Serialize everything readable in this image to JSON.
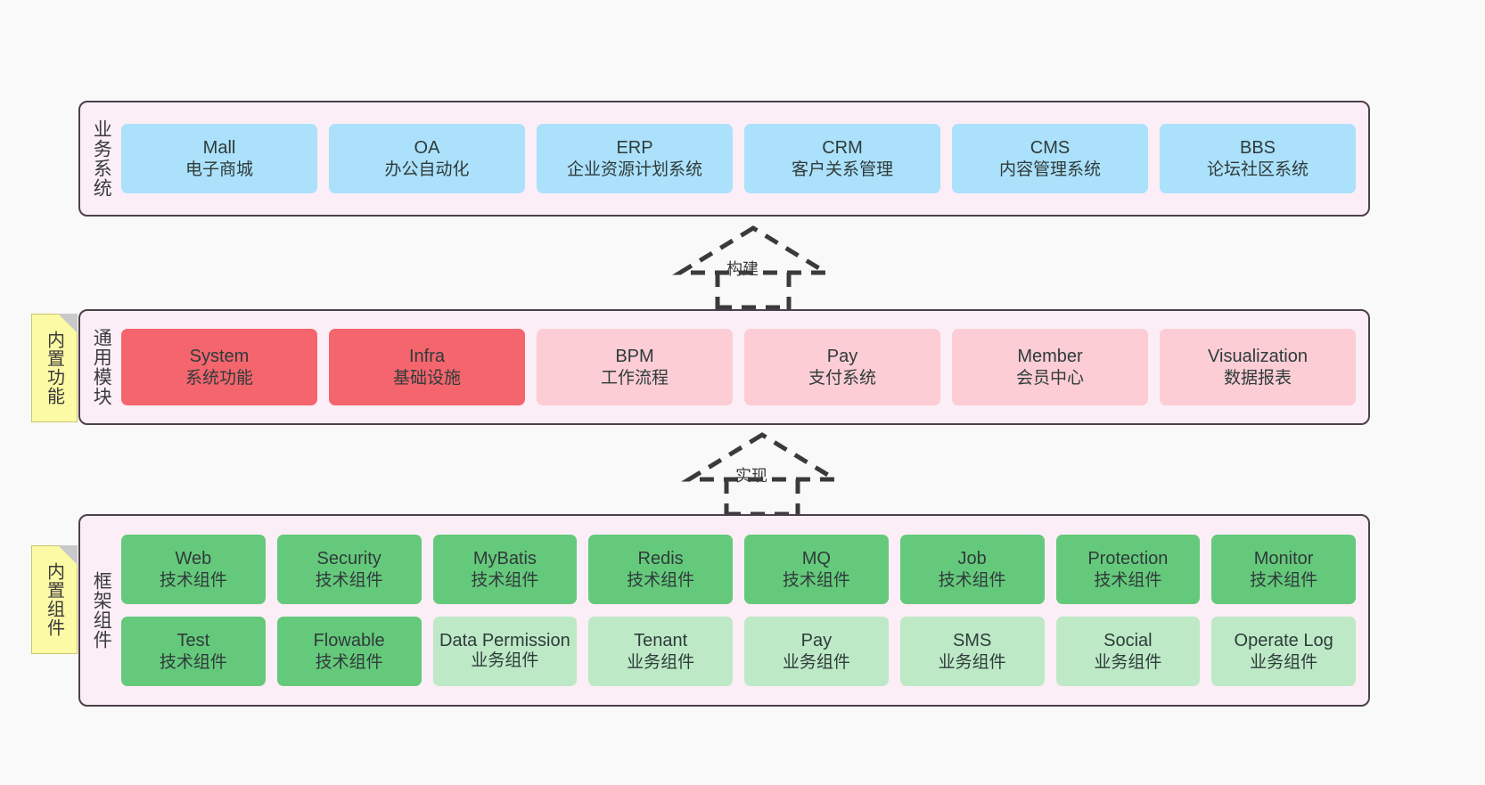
{
  "diagram": {
    "title": "",
    "background_color": "#f9f9f9",
    "panel_color": "#fbeef6",
    "panel_border_color": "#4d4049",
    "note_color": "#fdfaa5"
  },
  "layers": [
    {
      "id": "business",
      "title": "业务系统",
      "rows": [
        {
          "boxes": [
            {
              "en": "Mall",
              "cn": "电子商城",
              "style": "blue"
            },
            {
              "en": "OA",
              "cn": "办公自动化",
              "style": "blue"
            },
            {
              "en": "ERP",
              "cn": "企业资源计划系统",
              "style": "blue"
            },
            {
              "en": "CRM",
              "cn": "客户关系管理",
              "style": "blue"
            },
            {
              "en": "CMS",
              "cn": "内容管理系统",
              "style": "blue"
            },
            {
              "en": "BBS",
              "cn": "论坛社区系统",
              "style": "blue"
            }
          ]
        }
      ]
    },
    {
      "id": "common",
      "title": "通用模块",
      "rows": [
        {
          "boxes": [
            {
              "en": "System",
              "cn": "系统功能",
              "style": "red"
            },
            {
              "en": "Infra",
              "cn": "基础设施",
              "style": "red"
            },
            {
              "en": "BPM",
              "cn": "工作流程",
              "style": "pink"
            },
            {
              "en": "Pay",
              "cn": "支付系统",
              "style": "pink"
            },
            {
              "en": "Member",
              "cn": "会员中心",
              "style": "pink"
            },
            {
              "en": "Visualization",
              "cn": "数据报表",
              "style": "pink"
            }
          ]
        }
      ]
    },
    {
      "id": "framework",
      "title": "框架组件",
      "rows": [
        {
          "boxes": [
            {
              "en": "Web",
              "cn": "技术组件",
              "style": "green"
            },
            {
              "en": "Security",
              "cn": "技术组件",
              "style": "green"
            },
            {
              "en": "MyBatis",
              "cn": "技术组件",
              "style": "green"
            },
            {
              "en": "Redis",
              "cn": "技术组件",
              "style": "green"
            },
            {
              "en": "MQ",
              "cn": "技术组件",
              "style": "green"
            },
            {
              "en": "Job",
              "cn": "技术组件",
              "style": "green"
            },
            {
              "en": "Protection",
              "cn": "技术组件",
              "style": "green"
            },
            {
              "en": "Monitor",
              "cn": "技术组件",
              "style": "green"
            }
          ]
        },
        {
          "boxes": [
            {
              "en": "Test",
              "cn": "技术组件",
              "style": "green"
            },
            {
              "en": "Flowable",
              "cn": "技术组件",
              "style": "green"
            },
            {
              "en": "Data Permission",
              "cn": "业务组件",
              "style": "lightgreen"
            },
            {
              "en": "Tenant",
              "cn": "业务组件",
              "style": "lightgreen"
            },
            {
              "en": "Pay",
              "cn": "业务组件",
              "style": "lightgreen"
            },
            {
              "en": "SMS",
              "cn": "业务组件",
              "style": "lightgreen"
            },
            {
              "en": "Social",
              "cn": "业务组件",
              "style": "lightgreen"
            },
            {
              "en": "Operate Log",
              "cn": "业务组件",
              "style": "lightgreen"
            }
          ]
        }
      ]
    }
  ],
  "notes": [
    {
      "id": "functions",
      "text": "内置功能"
    },
    {
      "id": "components",
      "text": "内置组件"
    }
  ],
  "connectors": [
    {
      "id": "build",
      "label": "构建"
    },
    {
      "id": "impl",
      "label": "实现"
    }
  ]
}
